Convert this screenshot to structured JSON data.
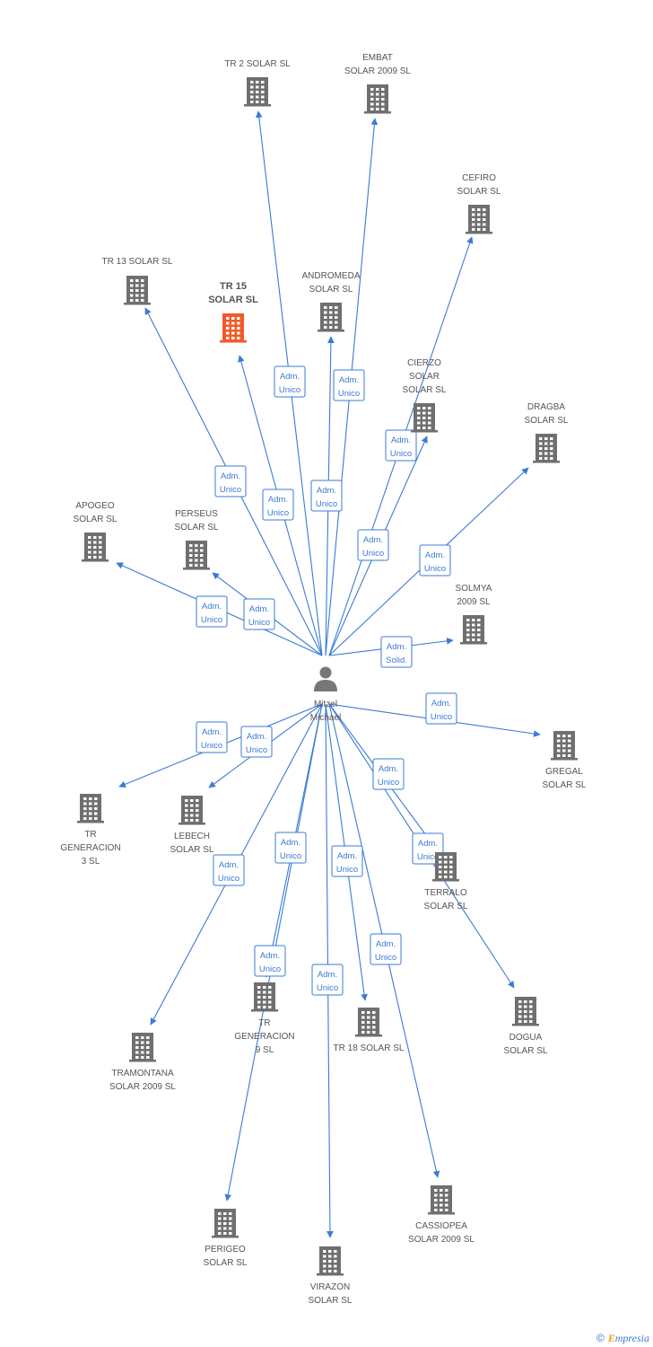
{
  "colors": {
    "edge": "#3a7bd5",
    "company": "#6f6f6f",
    "highlight": "#f05a28",
    "person": "#777777",
    "label": "#555555"
  },
  "center": {
    "id": "mitzel",
    "lines": [
      "Mitzel",
      "Michael"
    ],
    "icon": "person-icon"
  },
  "nodes": [
    {
      "id": "tr2",
      "lines": [
        "TR 2 SOLAR SL"
      ]
    },
    {
      "id": "embat",
      "lines": [
        "EMBAT",
        "SOLAR 2009 SL"
      ]
    },
    {
      "id": "cefiro",
      "lines": [
        "CEFIRO",
        "SOLAR SL"
      ]
    },
    {
      "id": "tr13",
      "lines": [
        "TR 13 SOLAR SL"
      ]
    },
    {
      "id": "tr15",
      "lines": [
        "TR 15",
        "SOLAR SL"
      ],
      "highlight": true
    },
    {
      "id": "andromeda",
      "lines": [
        "ANDROMEDA",
        "SOLAR SL"
      ]
    },
    {
      "id": "cierzo",
      "lines": [
        "CIERZO",
        "SOLAR",
        "SOLAR SL"
      ]
    },
    {
      "id": "dragba",
      "lines": [
        "DRAGBA",
        "SOLAR SL"
      ]
    },
    {
      "id": "apogeo",
      "lines": [
        "APOGEO",
        "SOLAR SL"
      ]
    },
    {
      "id": "perseus",
      "lines": [
        "PERSEUS",
        "SOLAR SL"
      ]
    },
    {
      "id": "solmya",
      "lines": [
        "SOLMYA",
        "2009 SL"
      ]
    },
    {
      "id": "gregal",
      "lines": [
        "GREGAL",
        "SOLAR SL"
      ]
    },
    {
      "id": "trgen3",
      "lines": [
        "TR",
        "GENERACION",
        "3 SL"
      ]
    },
    {
      "id": "lebech",
      "lines": [
        "LEBECH",
        "SOLAR SL"
      ]
    },
    {
      "id": "terralo",
      "lines": [
        "TERRALO",
        "SOLAR SL"
      ]
    },
    {
      "id": "dogua",
      "lines": [
        "DOGUA",
        "SOLAR SL"
      ]
    },
    {
      "id": "tramontana",
      "lines": [
        "TRAMONTANA",
        "SOLAR 2009 SL"
      ]
    },
    {
      "id": "trgen9",
      "lines": [
        "TR",
        "GENERACION",
        "9 SL"
      ]
    },
    {
      "id": "tr18",
      "lines": [
        "TR 18 SOLAR SL"
      ]
    },
    {
      "id": "perigeo",
      "lines": [
        "PERIGEO",
        "SOLAR SL"
      ]
    },
    {
      "id": "virazon",
      "lines": [
        "VIRAZON",
        "SOLAR SL"
      ]
    },
    {
      "id": "cassiopea",
      "lines": [
        "CASSIOPEA",
        "SOLAR 2009 SL"
      ]
    }
  ],
  "edges": [
    {
      "to": "tr2",
      "lines": [
        "Adm.",
        "Unico"
      ]
    },
    {
      "to": "embat",
      "lines": [
        "Adm.",
        "Unico"
      ]
    },
    {
      "to": "cefiro",
      "lines": [
        "Adm.",
        "Unico"
      ]
    },
    {
      "to": "tr13",
      "lines": [
        "Adm.",
        "Unico"
      ]
    },
    {
      "to": "tr15",
      "lines": [
        "Adm.",
        "Unico"
      ]
    },
    {
      "to": "andromeda",
      "lines": [
        "Adm.",
        "Unico"
      ]
    },
    {
      "to": "cierzo",
      "lines": [
        "Adm.",
        "Unico"
      ]
    },
    {
      "to": "dragba",
      "lines": [
        "Adm.",
        "Unico"
      ]
    },
    {
      "to": "apogeo",
      "lines": [
        "Adm.",
        "Unico"
      ]
    },
    {
      "to": "perseus",
      "lines": [
        "Adm.",
        "Unico"
      ]
    },
    {
      "to": "solmya",
      "lines": [
        "Adm.",
        "Solid."
      ]
    },
    {
      "to": "gregal",
      "lines": [
        "Adm.",
        "Unico"
      ]
    },
    {
      "to": "trgen3",
      "lines": [
        "Adm.",
        "Unico"
      ]
    },
    {
      "to": "lebech",
      "lines": [
        "Adm.",
        "Unico"
      ]
    },
    {
      "to": "terralo",
      "lines": [
        "Adm.",
        "Unico"
      ]
    },
    {
      "to": "dogua",
      "lines": [
        "Adm.",
        "Unico"
      ]
    },
    {
      "to": "tramontana",
      "lines": [
        "Adm.",
        "Unico"
      ]
    },
    {
      "to": "trgen9",
      "lines": [
        "Adm.",
        "Unico"
      ]
    },
    {
      "to": "tr18",
      "lines": [
        "Adm.",
        "Unico"
      ]
    },
    {
      "to": "perigeo",
      "lines": [
        "Adm.",
        "Unico"
      ]
    },
    {
      "to": "virazon",
      "lines": [
        "Adm.",
        "Unico"
      ]
    },
    {
      "to": "cassiopea",
      "lines": [
        "Adm.",
        "Unico"
      ]
    }
  ],
  "footer": {
    "copyright": "©",
    "brand_initial": "E",
    "brand_rest": "mpresia"
  }
}
